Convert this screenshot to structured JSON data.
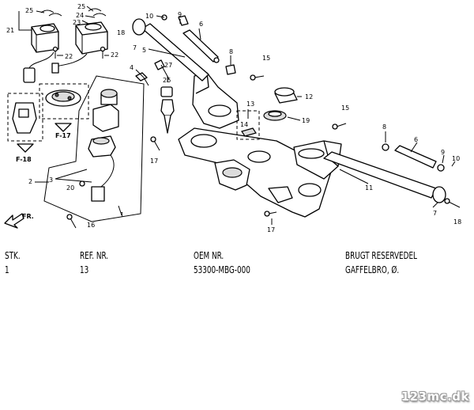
{
  "diagram": {
    "callouts": {
      "c1": "1",
      "c2": "2",
      "c3": "3",
      "c4": "4",
      "c5": "5",
      "c6a": "6",
      "c6b": "6",
      "c7a": "7",
      "c7b": "7",
      "c8a": "8",
      "c8b": "8",
      "c9a": "9",
      "c9b": "9",
      "c10a": "10",
      "c10b": "10",
      "c11": "11",
      "c12": "12",
      "c13": "13",
      "c14": "14",
      "c15a": "15",
      "c15b": "15",
      "c16": "16",
      "c17a": "17",
      "c17b": "17",
      "c18a": "18",
      "c18b": "18",
      "c19": "19",
      "c20": "20",
      "c21": "21",
      "c22a": "22",
      "c22b": "22",
      "c23": "23",
      "c24": "24",
      "c25a": "25",
      "c25b": "25",
      "c26": "26",
      "c27": "27"
    },
    "refs": {
      "f17": "F-17",
      "f18": "F-18",
      "fr": "FR."
    }
  },
  "table": {
    "headers": {
      "qty": "STK.",
      "ref": "REF. NR.",
      "oem": "OEM NR.",
      "desc": "BRUGT RESERVEDEL"
    },
    "row": {
      "qty": "1",
      "ref": "13",
      "oem": "53300-MBG-000",
      "desc": "GAFFELBRO, Ø."
    }
  },
  "watermark": "123mc.dk"
}
